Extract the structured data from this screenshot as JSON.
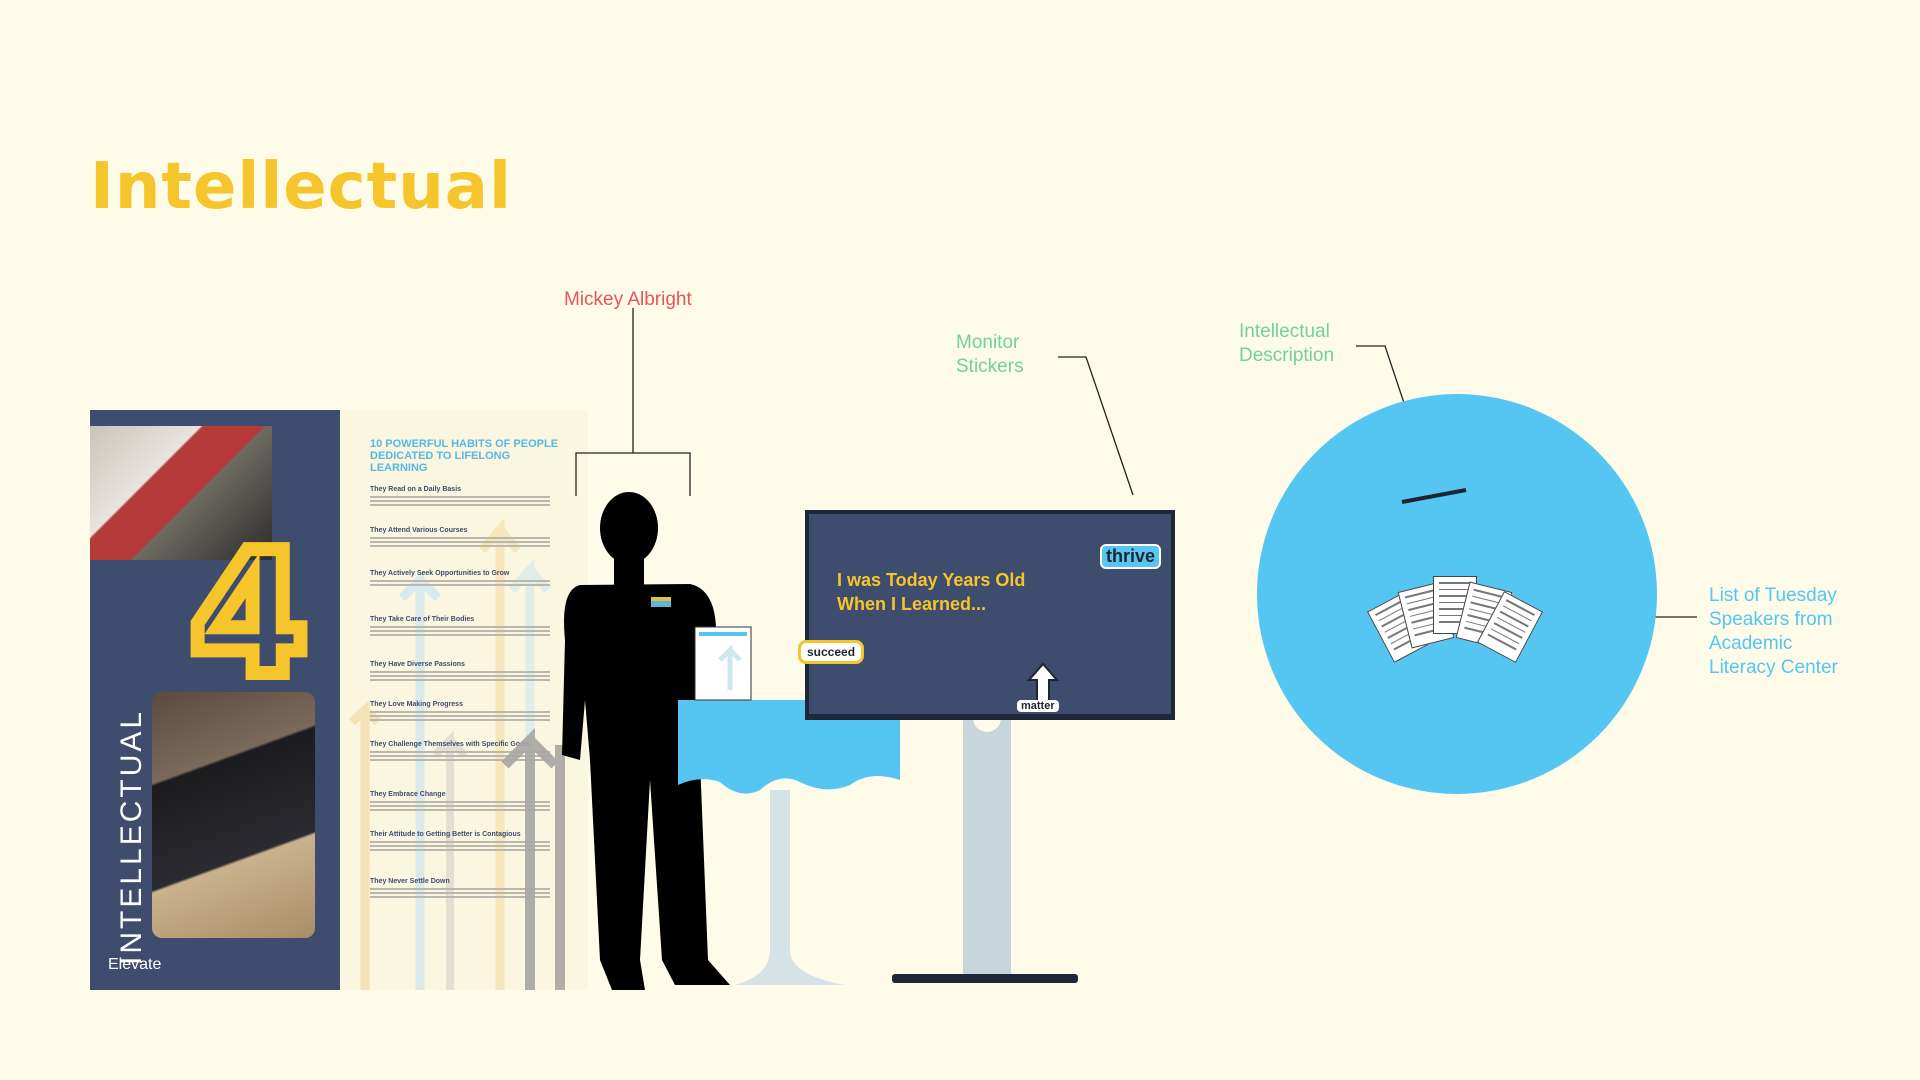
{
  "page": {
    "title": "Intellectual",
    "title_color": "#f5c52b",
    "background": "#fefbe9"
  },
  "callouts": {
    "person": {
      "text": "Mickey Albright",
      "color": "#e8555d"
    },
    "stickers": {
      "text": "Monitor\nStickers",
      "color": "#6fd29a"
    },
    "description": {
      "text": "Intellectual\nDescription",
      "color": "#6fd29a"
    },
    "speakers": {
      "text": "List of Tuesday\nSpeakers from\nAcademic\nLiteracy Center",
      "color": "#54c6f1"
    }
  },
  "poster": {
    "vertical_title": "INTELLECTUAL",
    "number": "4",
    "brand": "Elevate",
    "heading": "10 POWERFUL HABITS OF PEOPLE DEDICATED TO LIFELONG LEARNING",
    "habits": [
      "They Read on a Daily Basis",
      "They Attend Various Courses",
      "They Actively Seek Opportunities to Grow",
      "They Take Care of Their Bodies",
      "They Have Diverse Passions",
      "They Love Making Progress",
      "They Challenge Themselves with Specific Goals",
      "They Embrace Change",
      "Their Attitude to Getting Better is Contagious",
      "They Never Settle Down"
    ]
  },
  "monitor": {
    "text": "I was Today Years Old\nWhen I Learned...",
    "stickers": [
      "thrive",
      "succeed",
      "matter"
    ]
  },
  "colors": {
    "navy": "#3e4c6d",
    "yellow": "#f5c52b",
    "sky": "#54c6f1",
    "pale_blue": "#c9dfe6"
  }
}
